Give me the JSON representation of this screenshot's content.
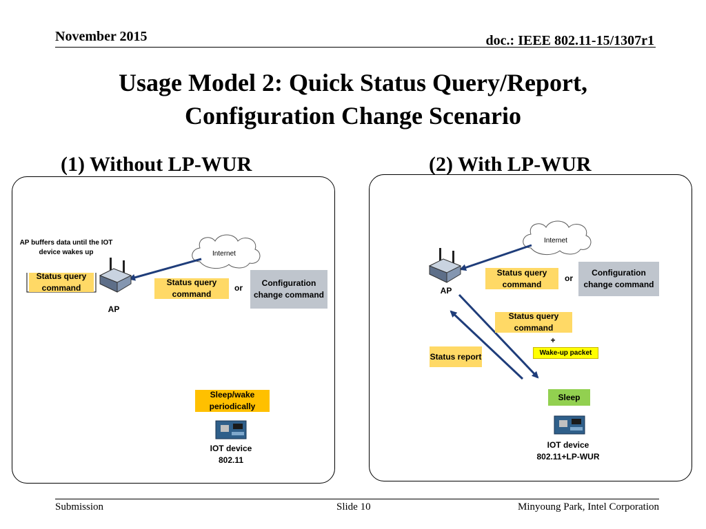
{
  "header": {
    "date": "November 2015",
    "doc": "doc.: IEEE 802.11-15/1307r1"
  },
  "title": {
    "line1": "Usage Model 2: Quick Status Query/Report,",
    "line2": "Configuration Change Scenario"
  },
  "left": {
    "heading": "(1) Without LP-WUR",
    "ap_buffer_note": "AP buffers data until the IOT device wakes up",
    "buffered_cmd": "Status query command",
    "ap_label": "AP",
    "internet": "Internet",
    "status_query": "Status query command",
    "or": "or",
    "config_change": "Configuration change command",
    "sleep_wake": "Sleep/wake periodically",
    "iot_device": "IOT device",
    "iot_std": "802.11"
  },
  "right": {
    "heading": "(2) With LP-WUR",
    "internet": "Internet",
    "ap_label": "AP",
    "status_query": "Status query command",
    "or": "or",
    "config_change": "Configuration change command",
    "status_query_2": "Status query command",
    "plus": "+",
    "wakeup_packet": "Wake-up packet",
    "status_report": "Status report",
    "sleep": "Sleep",
    "iot_device": "IOT device",
    "iot_std": "802.11+LP-WUR"
  },
  "footer": {
    "left": "Submission",
    "center": "Slide 10",
    "right": "Minyoung Park, Intel Corporation"
  },
  "colors": {
    "yellow": "#ffd966",
    "gray": "#bfc5cd",
    "orange": "#ffc000",
    "green": "#92d050",
    "wakeup": "#ffff00",
    "arrow": "#1f3d7a"
  }
}
